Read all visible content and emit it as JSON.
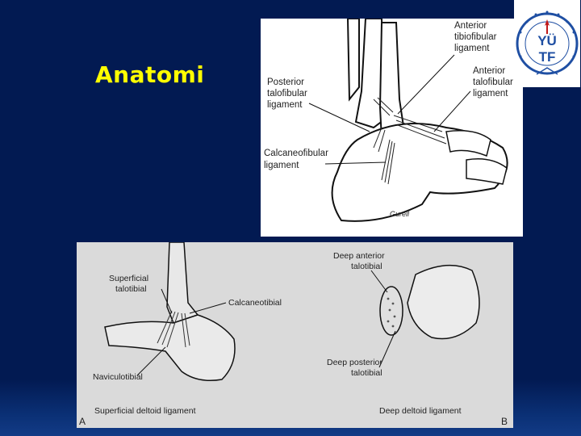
{
  "slide": {
    "title": "Anatomi"
  },
  "figure_top": {
    "labels": {
      "anterior_tibiofibular": [
        "Anterior",
        "tibiofibular",
        "ligament"
      ],
      "anterior_talofibular": [
        "Anterior",
        "talofibular",
        "ligament"
      ],
      "posterior_talofibular": [
        "Posterior",
        "talofibular",
        "ligament"
      ],
      "calcaneofibular": [
        "Calcaneofibular",
        "ligament"
      ]
    },
    "signature": "Gurell"
  },
  "figure_bottom": {
    "labels": {
      "superficial_talotibial": [
        "Superficial",
        "talotibial"
      ],
      "calcaneotibial": "Calcaneotibial",
      "naviculotibial": "Naviculotibial",
      "deep_anterior_talotibial": [
        "Deep anterior",
        "talotibial"
      ],
      "deep_posterior_talotibial": [
        "Deep posterior",
        "talotibial"
      ]
    },
    "caption_a": "Superficial deltoid ligament",
    "caption_b": "Deep deltoid ligament",
    "panel_a": "A",
    "panel_b": "B"
  },
  "logo": {
    "letters_top": "YÜ",
    "letters_bottom": "TF"
  },
  "colors": {
    "background": "#021a52",
    "title": "#ffff00",
    "logo_blue": "#1f4fa3",
    "logo_red": "#c01818"
  }
}
